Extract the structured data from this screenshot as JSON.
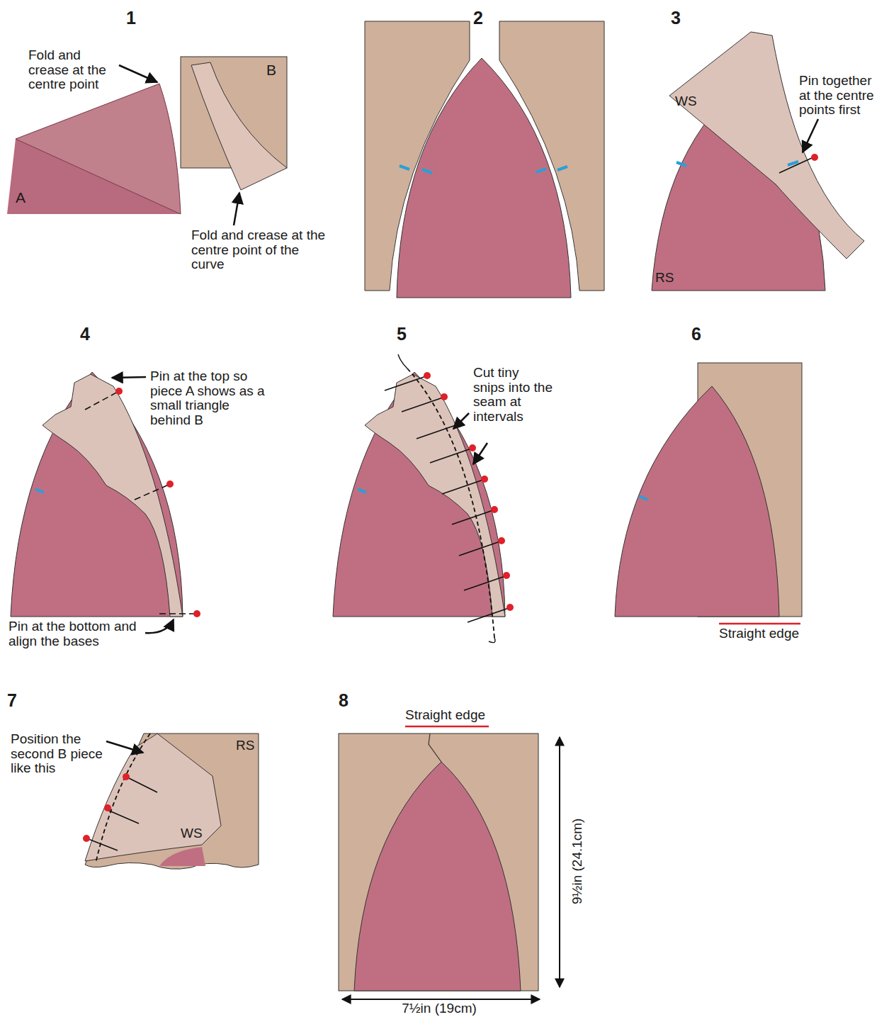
{
  "diagram": {
    "labels": [
      "1",
      "Fold and crease at the centre point",
      "A",
      "B",
      "Fold and crease at the centre point of the curve",
      "2",
      "3",
      "WS",
      "Pin together at the centre points first",
      "RS",
      "4",
      "Pin at the top so piece A shows as a small triangle behind B",
      "Pin at the bottom and align the bases",
      "5",
      "Cut tiny snips into the seam at intervals",
      "6",
      "Straight edge",
      "7",
      "Position the second B piece like this",
      "RS",
      "WS",
      "8",
      "Straight edge",
      "9½in (24.1cm)",
      "7½in (19cm)"
    ]
  }
}
